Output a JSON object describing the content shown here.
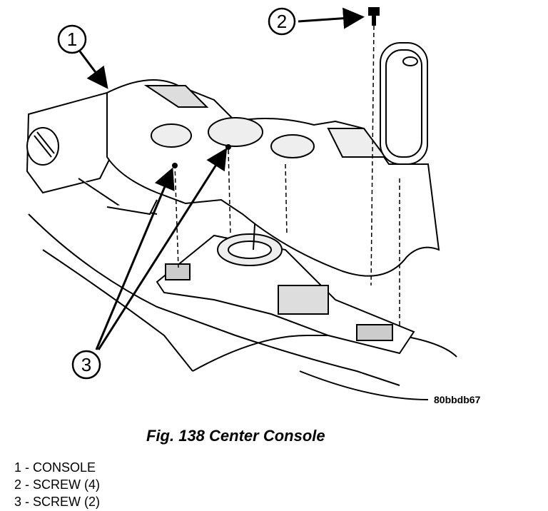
{
  "callouts": [
    {
      "number": "1"
    },
    {
      "number": "2"
    },
    {
      "number": "3"
    }
  ],
  "reference_code": "80bbdb67",
  "figure_caption": "Fig. 138 Center Console",
  "legend": [
    {
      "text": "1 - CONSOLE"
    },
    {
      "text": "2 - SCREW (4)"
    },
    {
      "text": "3 - SCREW (2)"
    }
  ]
}
